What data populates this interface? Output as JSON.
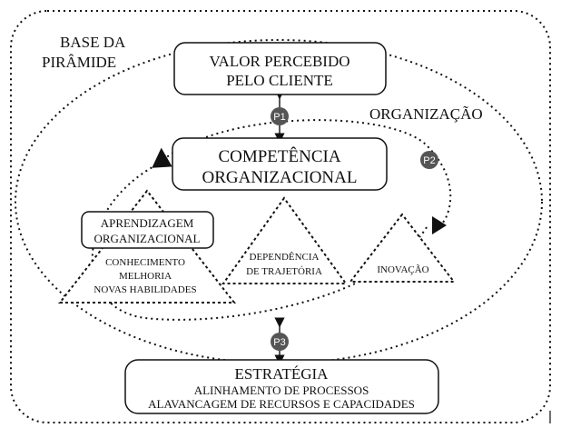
{
  "base_label": [
    "BASE DA",
    "PIRÂMIDE"
  ],
  "organization_label": "ORGANIZAÇÃO",
  "valor": [
    "VALOR PERCEBIDO",
    "PELO CLIENTE"
  ],
  "competencia": [
    "COMPETÊNCIA",
    "ORGANIZACIONAL"
  ],
  "aprendizagem": [
    "APRENDIZAGEM",
    "ORGANIZACIONAL"
  ],
  "aprendizagem_items": [
    "CONHECIMENTO",
    "MELHORIA",
    "NOVAS HABILIDADES"
  ],
  "dependencia": [
    "DEPENDÊNCIA",
    "DE TRAJETÓRIA"
  ],
  "inovacao": "INOVAÇÃO",
  "estrategia": {
    "title": "ESTRATÉGIA",
    "lines": [
      "ALINHAMENTO DE PROCESSOS",
      "ALAVANCAGEM DE RECURSOS E CAPACIDADES"
    ]
  },
  "markers": {
    "p1": "P1",
    "p2": "P2",
    "p3": "P3"
  }
}
